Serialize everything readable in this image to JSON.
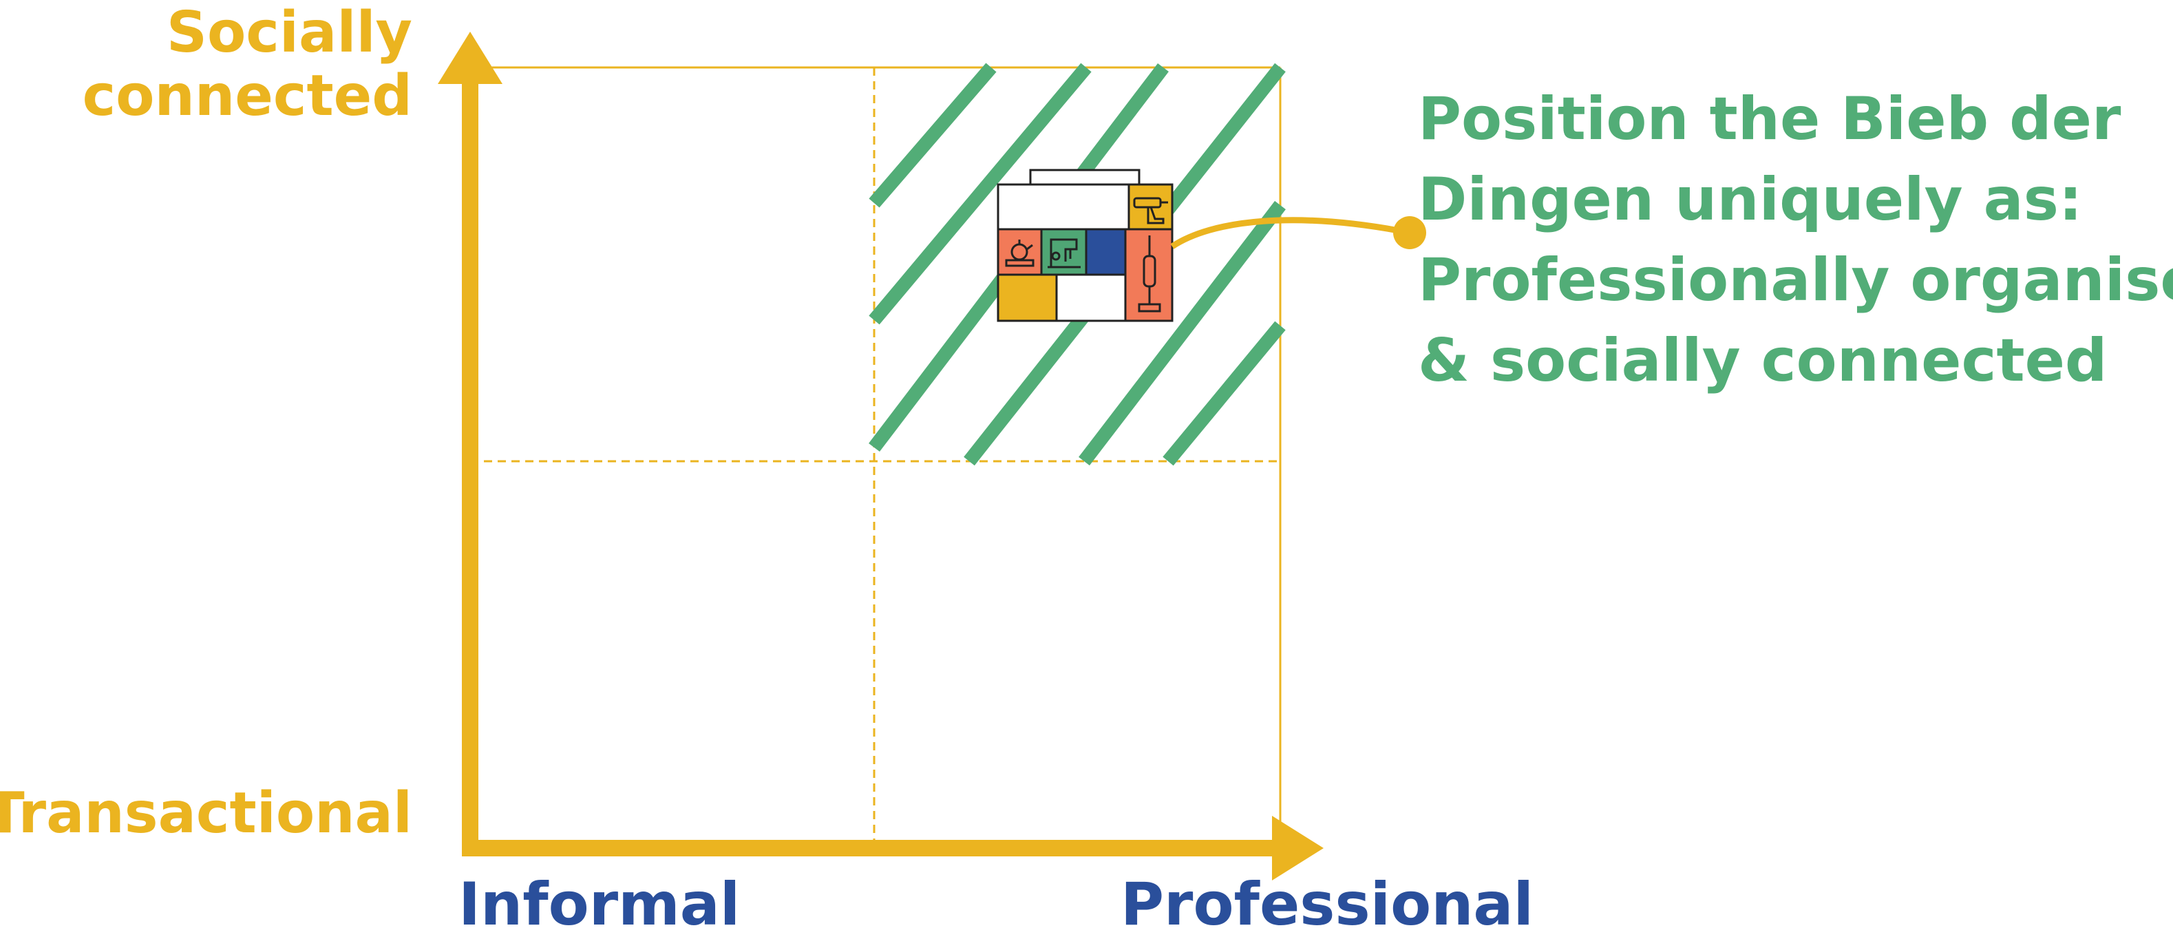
{
  "y_axis": {
    "top_label": [
      "Socially",
      "connected"
    ],
    "bottom_label": "Transactional"
  },
  "x_axis": {
    "left_label": "Informal",
    "right_label": "Professional"
  },
  "callout": {
    "lines": [
      "Position the Bieb der",
      "Dingen uniquely as:",
      "Professionally organised",
      "& socially connected"
    ]
  },
  "highlighted_quadrant": "top-right",
  "icons": [
    "drill-icon",
    "kettle-icon",
    "sewing-machine-icon",
    "vacuum-cleaner-icon"
  ],
  "colors": {
    "axis": "#ebb420",
    "x_labels": "#2a4f9b",
    "highlight": "#52ad77",
    "block_orange": "#f27a58",
    "block_green": "#4fa675",
    "block_blue": "#2a4f9b",
    "block_yellow": "#ebb420"
  }
}
